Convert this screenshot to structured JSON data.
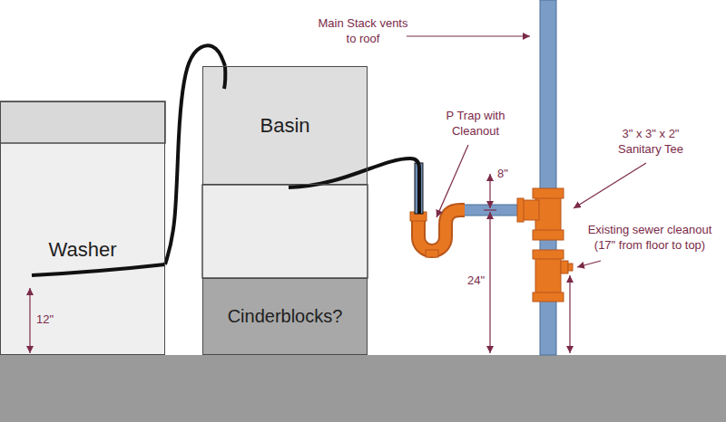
{
  "diagram": {
    "nodes": [
      {
        "text": [
          "Washer"
        ]
      },
      {
        "text": [
          "Basin"
        ]
      },
      {
        "text": [
          "Cinderblocks?"
        ]
      }
    ],
    "edges": [
      {
        "from": 0,
        "to": 1,
        "arrow": "none"
      }
    ],
    "labels": [
      "12\"",
      "Main Stack vents to roof",
      "P Trap with Cleanout",
      "3\" x 3\" x 2\" Sanitary Tee",
      "8\"",
      "24\"",
      "Existing sewer cleanout (17\" from floor to top)"
    ]
  }
}
